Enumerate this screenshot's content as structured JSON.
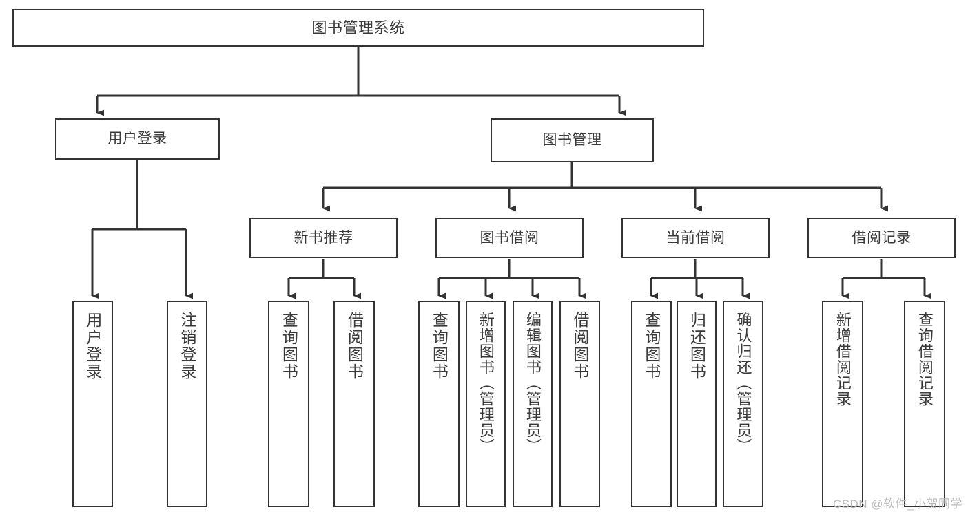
{
  "diagram": {
    "title": "图书管理系统",
    "type": "tree",
    "watermark": "CSDN @软件_小贺同学",
    "colors": {
      "box_border": "#333333",
      "box_fill": "#ffffff",
      "text": "#3b3b3b",
      "line": "#333333",
      "watermark": "#b9b9b9"
    },
    "nodes": {
      "root": {
        "label": "图书管理系统",
        "level": 1
      },
      "level2": [
        {
          "id": "user-login",
          "label": "用户登录"
        },
        {
          "id": "book-manage",
          "label": "图书管理"
        }
      ],
      "level3": [
        {
          "id": "new-book-recommend",
          "label": "新书推荐",
          "parent": "book-manage"
        },
        {
          "id": "book-borrow",
          "label": "图书借阅",
          "parent": "book-manage"
        },
        {
          "id": "current-borrow",
          "label": "当前借阅",
          "parent": "book-manage"
        },
        {
          "id": "borrow-record",
          "label": "借阅记录",
          "parent": "book-manage"
        }
      ],
      "leaves": [
        {
          "id": "leaf-user-login",
          "label": "用户登录",
          "parent": "user-login"
        },
        {
          "id": "leaf-logout",
          "label": "注销登录",
          "parent": "user-login"
        },
        {
          "id": "leaf-query-book-1",
          "label": "查询图书",
          "parent": "new-book-recommend"
        },
        {
          "id": "leaf-borrow-book-1",
          "label": "借阅图书",
          "parent": "new-book-recommend"
        },
        {
          "id": "leaf-query-book-2",
          "label": "查询图书",
          "parent": "book-borrow"
        },
        {
          "id": "leaf-add-book",
          "label": "新增图书（管理员）",
          "parent": "book-borrow"
        },
        {
          "id": "leaf-edit-book",
          "label": "编辑图书（管理员）",
          "parent": "book-borrow"
        },
        {
          "id": "leaf-borrow-book-2",
          "label": "借阅图书",
          "parent": "book-borrow"
        },
        {
          "id": "leaf-query-book-3",
          "label": "查询图书",
          "parent": "current-borrow"
        },
        {
          "id": "leaf-return-book",
          "label": "归还图书",
          "parent": "current-borrow"
        },
        {
          "id": "leaf-confirm-return",
          "label": "确认归还（管理员）",
          "parent": "current-borrow"
        },
        {
          "id": "leaf-add-record",
          "label": "新增借阅记录",
          "parent": "borrow-record"
        },
        {
          "id": "leaf-query-record",
          "label": "查询借阅记录",
          "parent": "borrow-record"
        }
      ]
    }
  }
}
